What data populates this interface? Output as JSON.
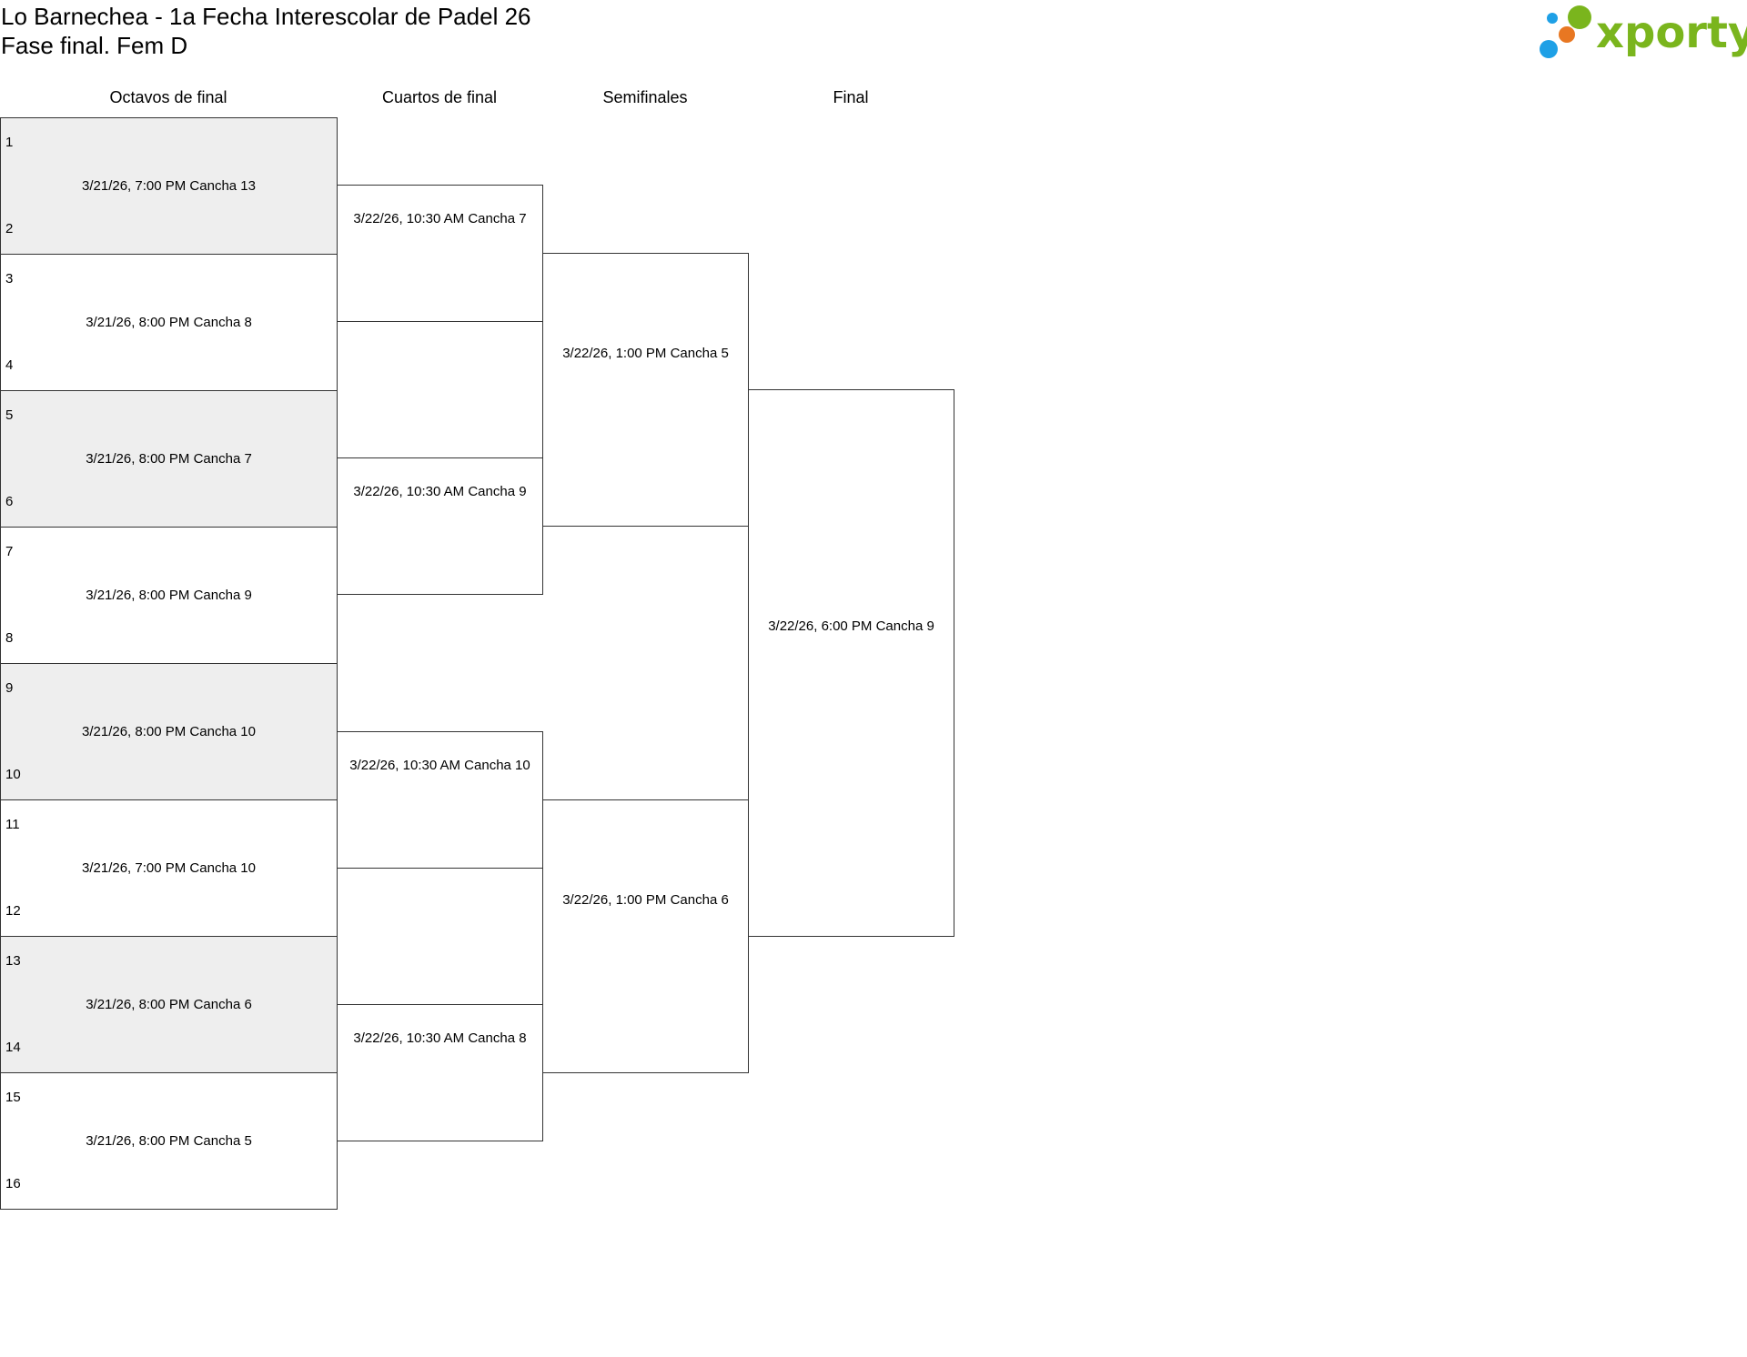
{
  "header": {
    "title": "Lo Barnechea - 1a Fecha Interescolar de Padel 26",
    "subtitle": "Fase final. Fem D"
  },
  "logo": {
    "text": "xporty",
    "colors": {
      "green": "#7ab51d",
      "orange": "#e87722",
      "blue": "#1ea0e6"
    }
  },
  "rounds": [
    {
      "name": "Octavos de final"
    },
    {
      "name": "Cuartos de final"
    },
    {
      "name": "Semifinales"
    },
    {
      "name": "Final"
    }
  ],
  "bracket": {
    "octavos": [
      {
        "top_seed": "1",
        "info": "3/21/26, 7:00 PM Cancha 13",
        "bottom_seed": "2"
      },
      {
        "top_seed": "3",
        "info": "3/21/26, 8:00 PM Cancha 8",
        "bottom_seed": "4"
      },
      {
        "top_seed": "5",
        "info": "3/21/26, 8:00 PM Cancha 7",
        "bottom_seed": "6"
      },
      {
        "top_seed": "7",
        "info": "3/21/26, 8:00 PM Cancha 9",
        "bottom_seed": "8"
      },
      {
        "top_seed": "9",
        "info": "3/21/26, 8:00 PM Cancha 10",
        "bottom_seed": "10"
      },
      {
        "top_seed": "11",
        "info": "3/21/26, 7:00 PM Cancha 10",
        "bottom_seed": "12"
      },
      {
        "top_seed": "13",
        "info": "3/21/26, 8:00 PM Cancha 6",
        "bottom_seed": "14"
      },
      {
        "top_seed": "15",
        "info": "3/21/26, 8:00 PM Cancha 5",
        "bottom_seed": "16"
      }
    ],
    "cuartos": [
      {
        "info": "3/22/26, 10:30 AM Cancha 7"
      },
      {
        "info": "3/22/26, 10:30 AM Cancha 9"
      },
      {
        "info": "3/22/26, 10:30 AM Cancha 10"
      },
      {
        "info": "3/22/26, 10:30 AM Cancha 8"
      }
    ],
    "semifinales": [
      {
        "info": "3/22/26, 1:00 PM Cancha 5"
      },
      {
        "info": "3/22/26, 1:00 PM Cancha 6"
      }
    ],
    "final": [
      {
        "info": "3/22/26, 6:00 PM Cancha 9"
      }
    ]
  }
}
